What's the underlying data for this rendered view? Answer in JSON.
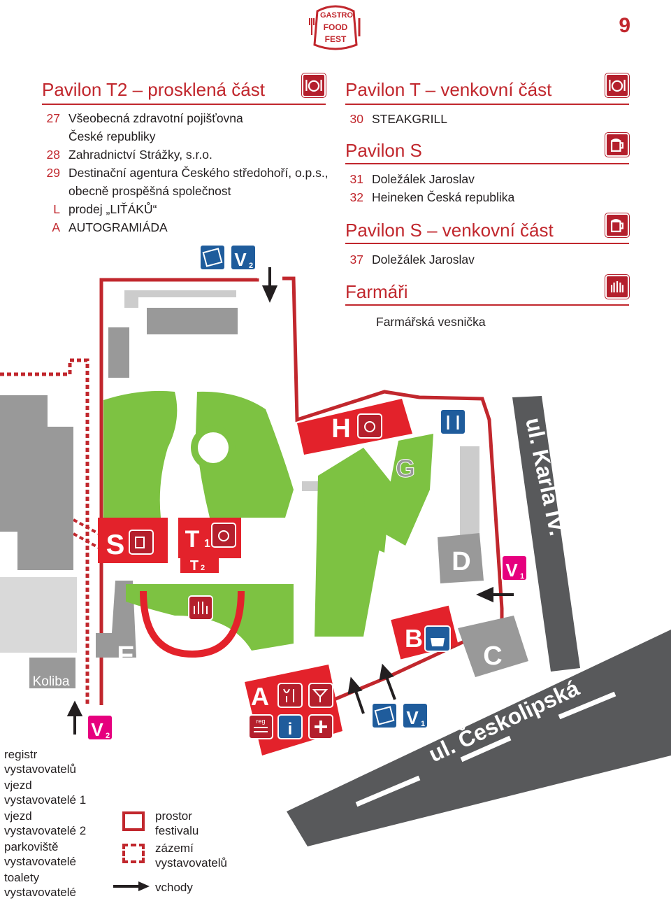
{
  "page_number": "9",
  "logo": {
    "line1": "GASTRO",
    "line2": "FOOD",
    "line3": "FEST"
  },
  "left_block": {
    "title": "Pavilon T2 – prosklená část",
    "items": [
      {
        "num": "27",
        "lines": [
          "Všeobecná zdravotní pojišťovna",
          "České republiky"
        ]
      },
      {
        "num": "28",
        "lines": [
          "Zahradnictví Strážky, s.r.o."
        ]
      },
      {
        "num": "29",
        "lines": [
          "Destinační agentura Českého středohoří, o.p.s.,",
          "obecně prospěšná společnost"
        ]
      },
      {
        "num": "L",
        "lines": [
          "prodej „LIŤÁKŮ“"
        ]
      },
      {
        "num": "A",
        "lines": [
          "AUTOGRAMIÁDA"
        ]
      }
    ]
  },
  "right_sections": [
    {
      "title": "Pavilon T – venkovní část",
      "icon": "restaurant-icon",
      "items": [
        {
          "num": "30",
          "text": "STEAKGRILL"
        }
      ]
    },
    {
      "title": "Pavilon S",
      "icon": "beer-icon",
      "items": [
        {
          "num": "31",
          "text": "Doležálek Jaroslav"
        },
        {
          "num": "32",
          "text": "Heineken Česká republika"
        }
      ]
    },
    {
      "title": "Pavilon S – venkovní část",
      "icon": "beer-icon",
      "items": [
        {
          "num": "37",
          "text": "Doležálek Jaroslav"
        }
      ]
    },
    {
      "title": "Farmáři",
      "icon": "farm-icon",
      "items": [
        {
          "num": "",
          "text": "Farmářská vesnička"
        }
      ]
    }
  ],
  "map": {
    "pavilions": {
      "H": "H",
      "G": "G",
      "S": "S",
      "T1": "T",
      "T1_sub": "1",
      "T2": "T",
      "T2_sub": "2",
      "D": "D",
      "E": "E",
      "B": "B",
      "C": "C",
      "A": "A"
    },
    "koliba": "Koliba",
    "streets": {
      "karla": "ul. Karla IV.",
      "ceskolipska": "ul. Českolipská"
    },
    "entrances": {
      "v1": "V",
      "v1_sub": "1",
      "v2": "V",
      "v2_sub": "2"
    },
    "reg_label": "reg",
    "info_label": "i",
    "colors": {
      "red": "#e3222b",
      "dark_red": "#b41f2c",
      "green": "#7dc242",
      "gray": "#999999",
      "road": "#58595b",
      "blue": "#1f5c9c",
      "magenta": "#e6007e"
    }
  },
  "legend": [
    {
      "icon": "registration-icon",
      "text": "registr\nvystavovatelů"
    },
    {
      "icon": "entry-exhibitors-1-icon",
      "text": "vjezd\nvystavovatelé 1"
    },
    {
      "icon": "entry-exhibitors-2-icon",
      "text": "vjezd\nvystavovatelé 2"
    },
    {
      "icon": "parking-icon",
      "text": "parkoviště\nvystavovatelé"
    },
    {
      "icon": "toilets-icon",
      "text": "toalety\nvystavovatelé"
    }
  ],
  "legend_right": [
    {
      "icon": "festival-area-icon",
      "text": "prostor\nfestivalu"
    },
    {
      "icon": "exhibitor-backstage-icon",
      "text": "zázemí\nvystavovatelů"
    },
    {
      "icon": "entrance-arrow-icon",
      "text": "vchody"
    }
  ]
}
